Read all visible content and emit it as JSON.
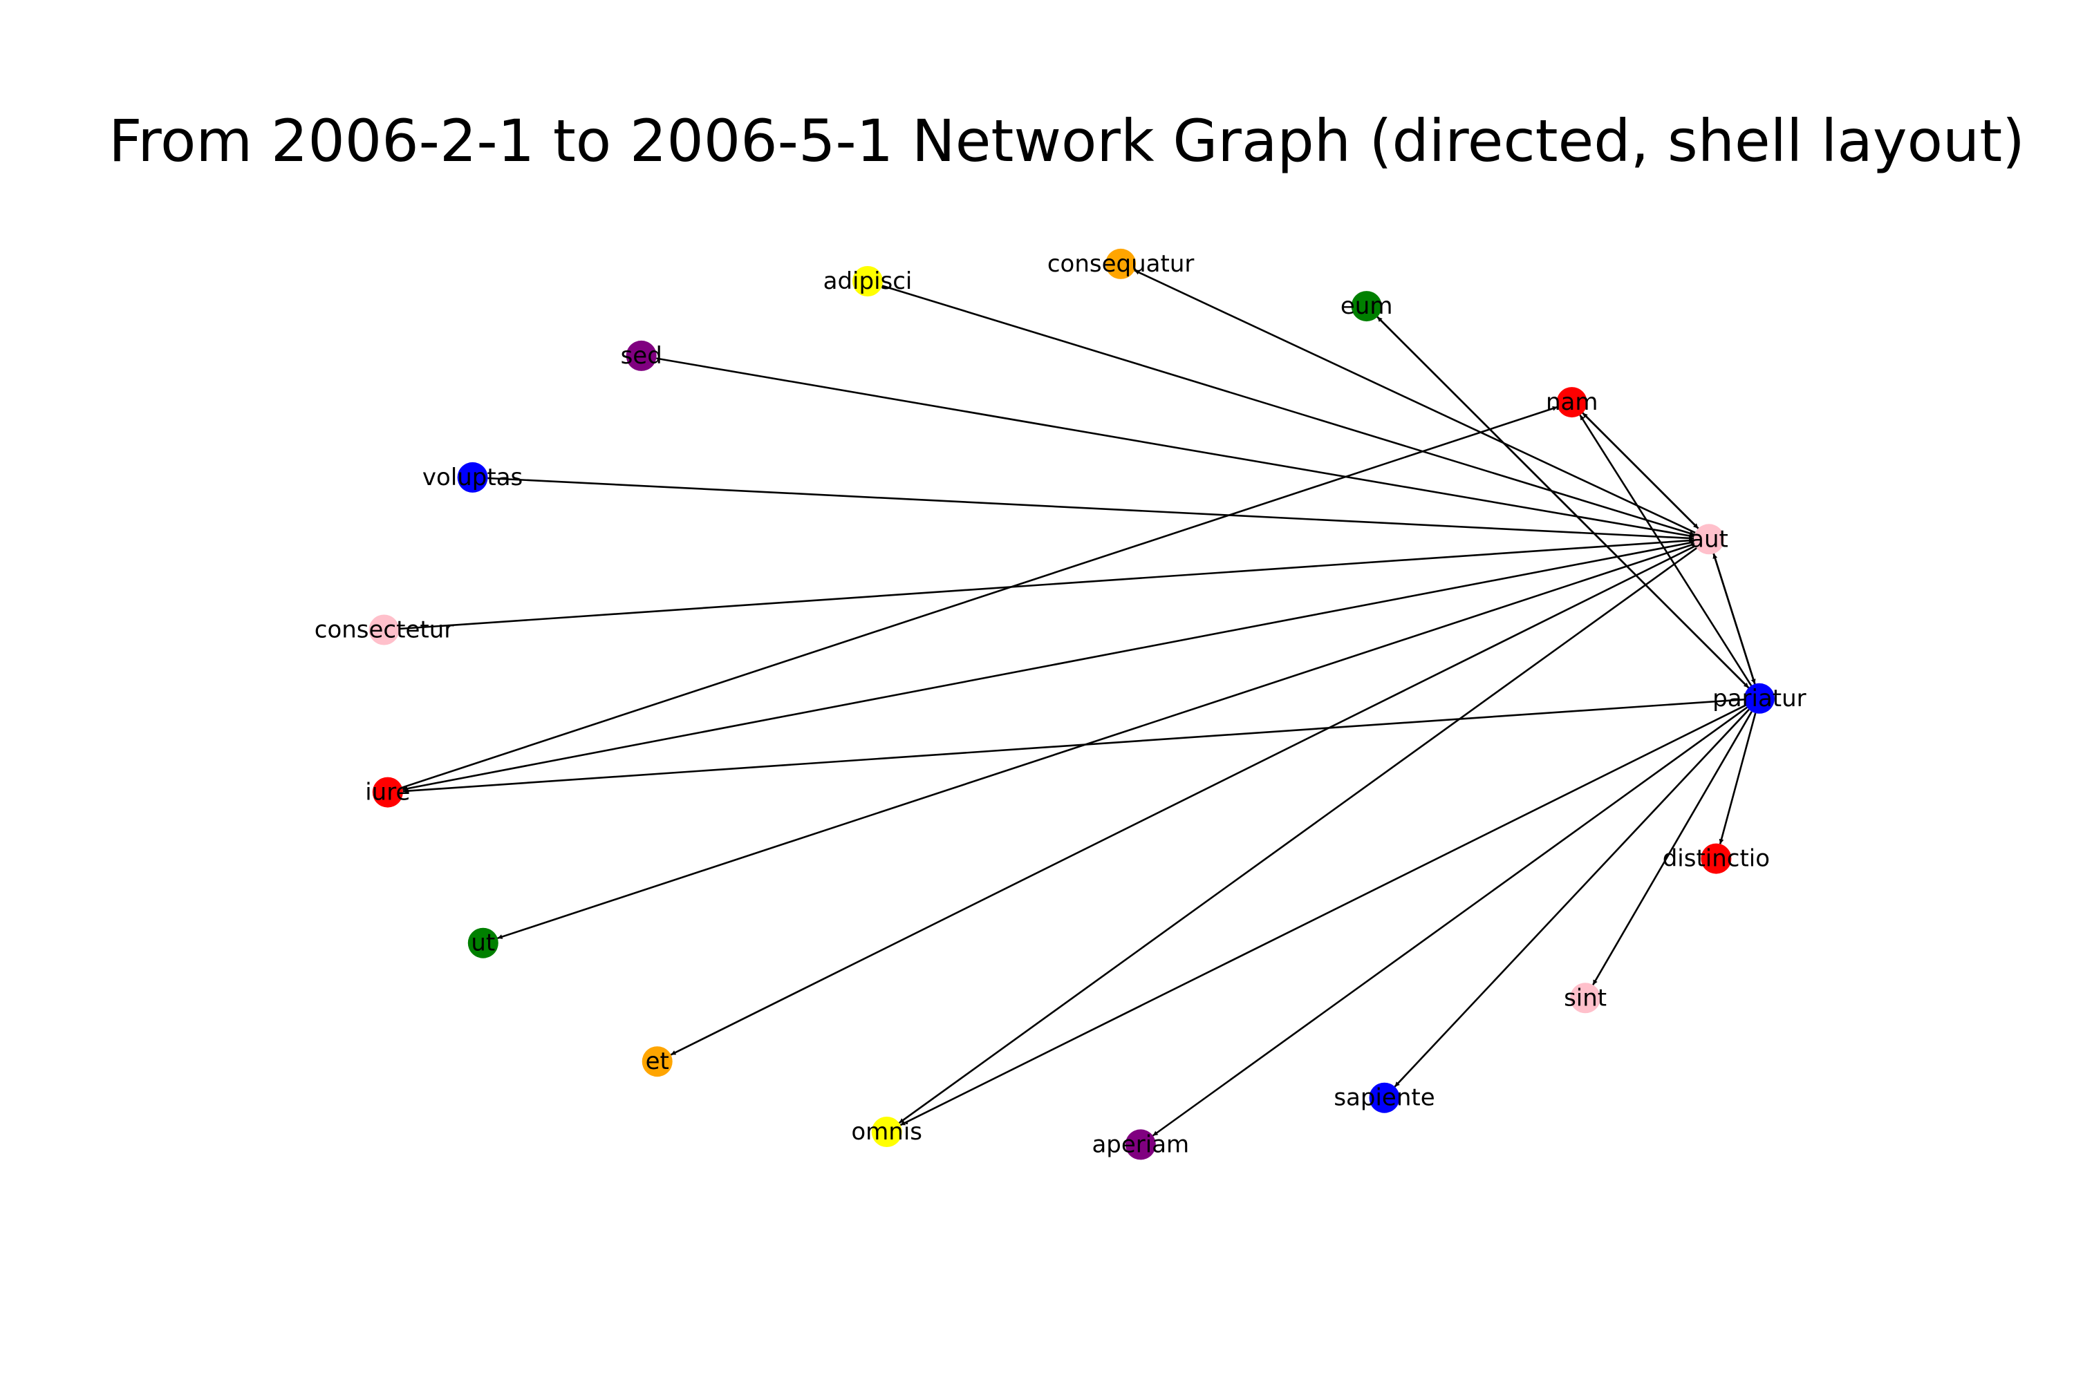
{
  "title": "From 2006-2-1 to 2006-5-1 Network Graph (directed, shell layout)",
  "graph": {
    "directed": true,
    "layout": "shell",
    "nodes": [
      {
        "id": "aut",
        "label": "aut",
        "color": "#ffc0cb"
      },
      {
        "id": "pariatur",
        "label": "pariatur",
        "color": "#0000ff"
      },
      {
        "id": "distinctio",
        "label": "distinctio",
        "color": "#ff0000"
      },
      {
        "id": "sint",
        "label": "sint",
        "color": "#ffc0cb"
      },
      {
        "id": "sapiente",
        "label": "sapiente",
        "color": "#0000ff"
      },
      {
        "id": "aperiam",
        "label": "aperiam",
        "color": "#800080"
      },
      {
        "id": "omnis",
        "label": "omnis",
        "color": "#ffff00"
      },
      {
        "id": "et",
        "label": "et",
        "color": "#ffa500"
      },
      {
        "id": "ut",
        "label": "ut",
        "color": "#008000"
      },
      {
        "id": "iure",
        "label": "iure",
        "color": "#ff0000"
      },
      {
        "id": "consectetur",
        "label": "consectetur",
        "color": "#ffc0cb"
      },
      {
        "id": "voluptas",
        "label": "voluptas",
        "color": "#0000ff"
      },
      {
        "id": "sed",
        "label": "sed",
        "color": "#800080"
      },
      {
        "id": "adipisci",
        "label": "adipisci",
        "color": "#ffff00"
      },
      {
        "id": "consequatur",
        "label": "consequatur",
        "color": "#ffa500"
      },
      {
        "id": "eum",
        "label": "eum",
        "color": "#008000"
      },
      {
        "id": "nam",
        "label": "nam",
        "color": "#ff0000"
      }
    ],
    "edges": [
      {
        "source": "aut",
        "target": "nam"
      },
      {
        "source": "nam",
        "target": "aut"
      },
      {
        "source": "aut",
        "target": "pariatur"
      },
      {
        "source": "pariatur",
        "target": "aut"
      },
      {
        "source": "aut",
        "target": "consequatur"
      },
      {
        "source": "adipisci",
        "target": "aut"
      },
      {
        "source": "sed",
        "target": "aut"
      },
      {
        "source": "voluptas",
        "target": "aut"
      },
      {
        "source": "consectetur",
        "target": "aut"
      },
      {
        "source": "aut",
        "target": "iure"
      },
      {
        "source": "aut",
        "target": "ut"
      },
      {
        "source": "aut",
        "target": "et"
      },
      {
        "source": "aut",
        "target": "omnis"
      },
      {
        "source": "pariatur",
        "target": "eum"
      },
      {
        "source": "eum",
        "target": "pariatur"
      },
      {
        "source": "pariatur",
        "target": "nam"
      },
      {
        "source": "iure",
        "target": "nam"
      },
      {
        "source": "pariatur",
        "target": "iure"
      },
      {
        "source": "pariatur",
        "target": "distinctio"
      },
      {
        "source": "pariatur",
        "target": "sint"
      },
      {
        "source": "pariatur",
        "target": "sapiente"
      },
      {
        "source": "pariatur",
        "target": "aperiam"
      },
      {
        "source": "pariatur",
        "target": "omnis"
      }
    ]
  }
}
